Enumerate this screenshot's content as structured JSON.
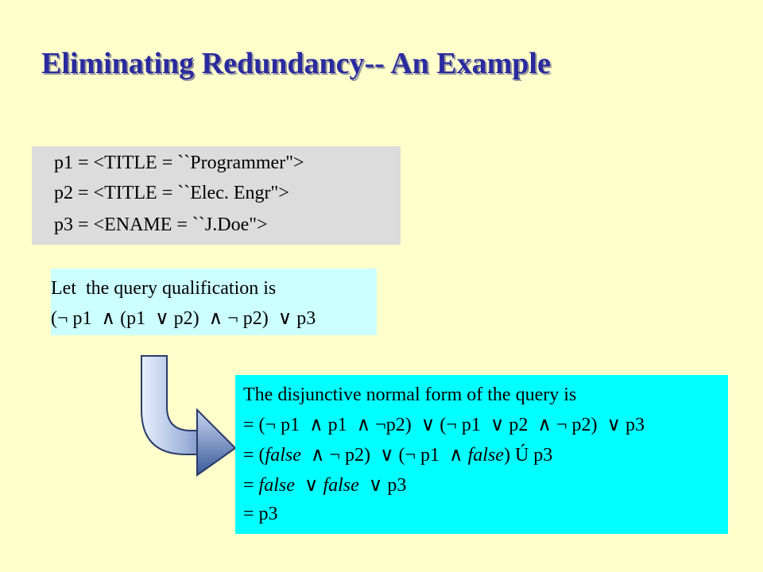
{
  "slide": {
    "title": "Eliminating Redundancy-- An Example"
  },
  "definitions": [
    "p1 = <TITLE = ``Programmer\">",
    "p2 = <TITLE = ``Elec. Engr\">",
    "p3 = <ENAME = ``J.Doe\">"
  ],
  "query": {
    "intro": "Let  the query qualification is",
    "expression": "(¬ p1  ∧ (p1  ∨ p2)  ∧ ¬ p2)  ∨ p3"
  },
  "dnf": {
    "intro": "The disjunctive normal form of the query is",
    "line1": "= (¬ p1  ∧ p1  ∧ ¬p2)  ∨ (¬ p1  ∨ p2  ∧ ¬ p2)  ∨ p3",
    "line2_prefix": "= (",
    "line2_false1": "false",
    "line2_mid": "  ∧ ¬ p2)  ∨ (¬ p1  ∧ ",
    "line2_false2": "false",
    "line2_suffix": ") Ú p3",
    "line3_prefix": "= ",
    "line3_false1": "false",
    "line3_or": "  ∨ ",
    "line3_false2": "false",
    "line3_suffix": "  ∨ p3",
    "line4": "= p3"
  },
  "colors": {
    "background": "#ffffcc",
    "title": "#2a2aa0",
    "definitions_box": "#dcdcdc",
    "query_box": "#ccffff",
    "dnf_box": "#00ffff",
    "arrow_fill": "#9ab0d8"
  }
}
